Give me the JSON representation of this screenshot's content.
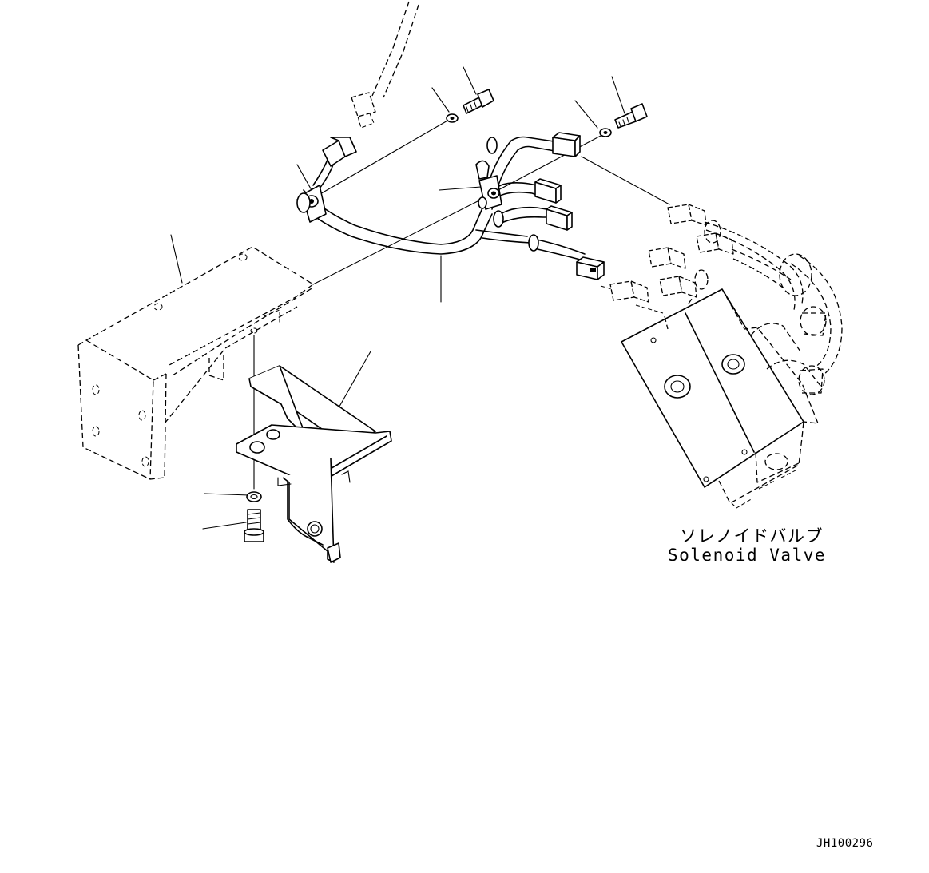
{
  "labels": {
    "solenoid_valve_jp": "ソレノイドバルブ",
    "solenoid_valve_en": "Solenoid Valve",
    "drawing_code": "JH100296"
  }
}
